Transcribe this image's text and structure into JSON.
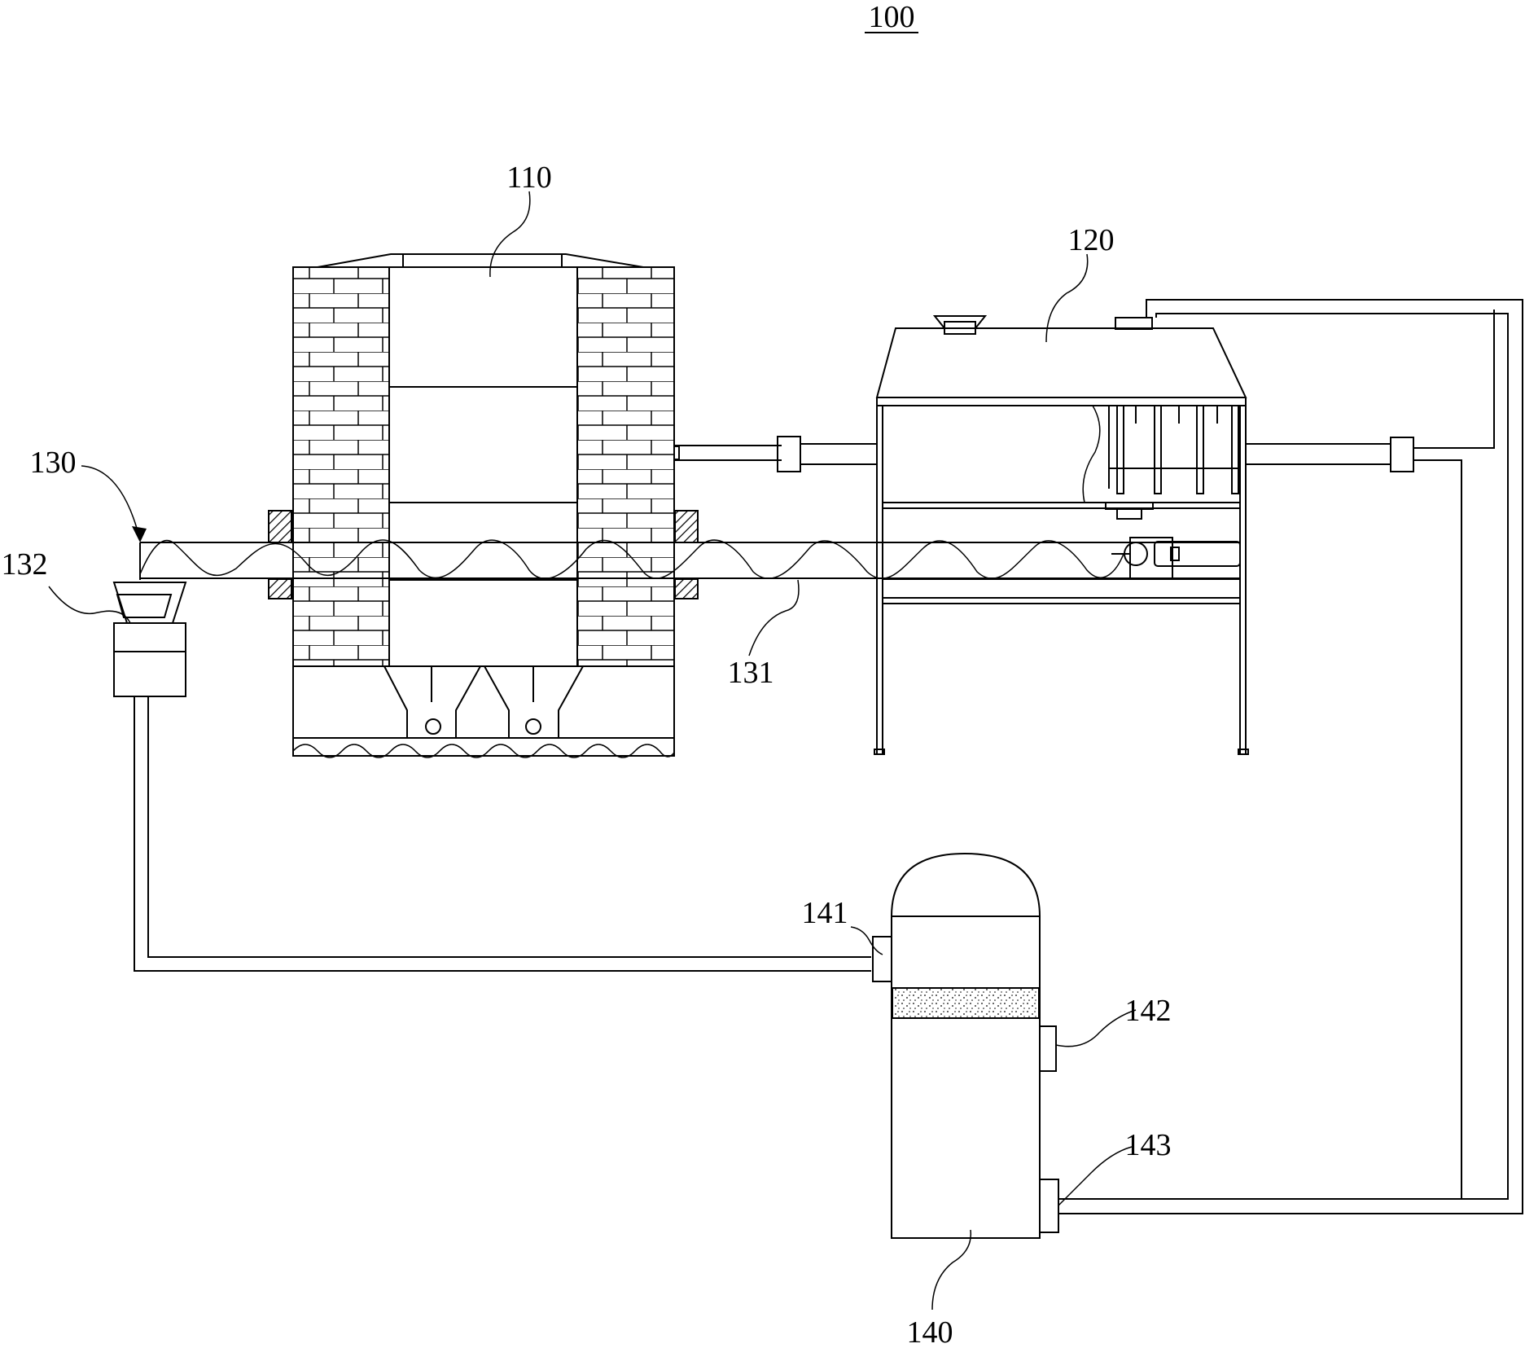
{
  "figure": {
    "title": "100"
  },
  "labels": {
    "furnace": "110",
    "dryer": "120",
    "conveyor": "130",
    "screw": "131",
    "hopper": "132",
    "tower": "140",
    "inlet": "141",
    "outlet_mid": "142",
    "outlet_low": "143"
  }
}
